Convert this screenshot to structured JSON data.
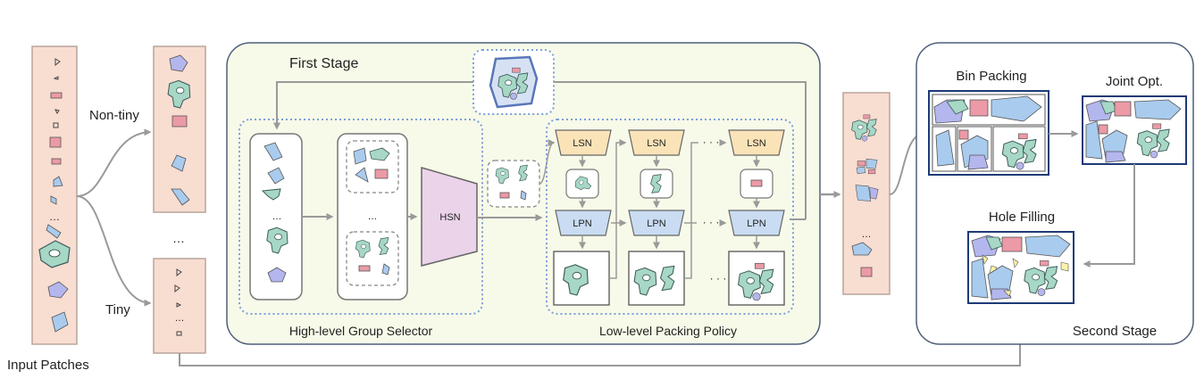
{
  "labels": {
    "input_patches": "Input Patches",
    "non_tiny": "Non-tiny",
    "tiny": "Tiny",
    "vertical_ellipsis": "…",
    "first_stage": "First Stage",
    "hsn": "HSN",
    "high_level_group_selector": "High-level Group Selector",
    "low_level_packing_policy": "Low-level Packing Policy",
    "lsn": "LSN",
    "lpn": "LPN",
    "dots": "· · ·",
    "bin_packing": "Bin Packing",
    "joint_opt": "Joint Opt.",
    "hole_filling": "Hole Filling",
    "second_stage": "Second Stage"
  },
  "colors": {
    "patch_column_fill": "#f8ddd1",
    "patch_column_stroke": "#b9a59c",
    "first_stage_fill": "#f7fae9",
    "second_stage_fill": "#ffffff",
    "panel_stroke": "#4f5f7a",
    "dotted_blue": "#7aa0d8",
    "lsn_fill": "#fbe3b8",
    "lpn_fill": "#c9dcf2",
    "hsn_fill": "#ebd3ea",
    "teal_patch": "#a7d7c5",
    "blue_patch": "#a9cbed",
    "purple_patch": "#b4b6ee",
    "pink_patch": "#eb9aa6",
    "bin_stroke": "#1e3a78",
    "arrow": "#9a9a9a"
  }
}
